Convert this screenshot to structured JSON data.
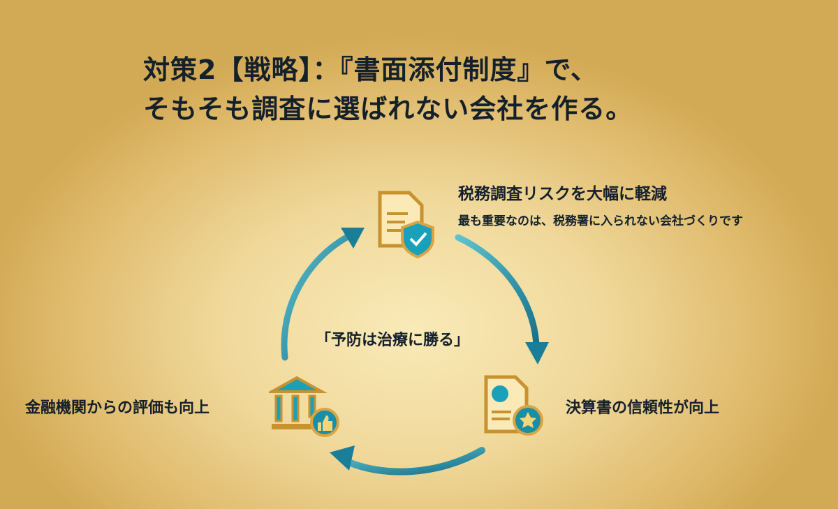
{
  "title": {
    "line1": "対策2【戦略】：『書面添付制度』で、",
    "line2": "そもそも調査に選ばれない会社を作る。"
  },
  "cycle": {
    "center": "「予防は治療に勝る」",
    "nodes": [
      {
        "label": "税務調査リスクを大幅に軽減",
        "sub": "最も重要なのは、税務署に入られない会社づくりです",
        "icon": "document-shield-icon"
      },
      {
        "label": "決算書の信頼性が向上",
        "icon": "report-star-icon"
      },
      {
        "label": "金融機関からの評価も向上",
        "icon": "bank-thumbs-up-icon"
      }
    ]
  },
  "colors": {
    "arrow": "#1f8ea5",
    "gold": "#c8922e",
    "teal": "#1aa0b8"
  }
}
